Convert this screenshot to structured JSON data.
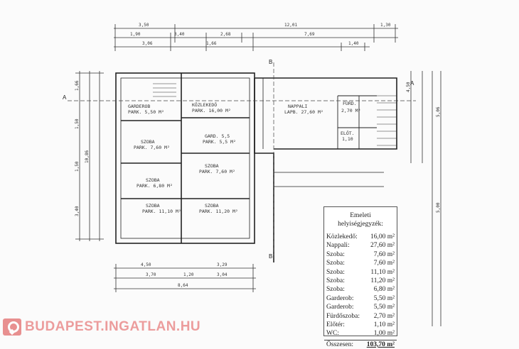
{
  "top_dimensions": {
    "row1": [
      "3,50",
      "12,01",
      "1,30"
    ],
    "row2": [
      "1,90",
      "3,40",
      "2,68",
      "7,69"
    ],
    "row3": [
      "3,06",
      "1,66",
      "1,40"
    ]
  },
  "bottom_dimensions": {
    "row1": [
      "4,50",
      "3,29"
    ],
    "row2": [
      "3,70",
      "1,20",
      "3,04"
    ],
    "row3": [
      "8,64"
    ]
  },
  "left_dimensions": [
    "1,66",
    "1,50",
    "1,50",
    "3,40",
    "10,86"
  ],
  "right_dimensions": [
    "4,50",
    "5,06",
    "5,00"
  ],
  "section_marks": [
    "A",
    "A",
    "B",
    "B"
  ],
  "rooms": [
    {
      "key": "garderob1",
      "line1": "GARDEROB",
      "line2": "PARK. 5,50 M²"
    },
    {
      "key": "kozlekedo",
      "line1": "KÖZLEKEDŐ",
      "line2": "PARK. 16,00 M²"
    },
    {
      "key": "szoba1",
      "line1": "SZOBA",
      "line2": "PARK. 7,60 M²"
    },
    {
      "key": "garderob2",
      "line1": "GARD. 5,5",
      "line2": "PARK. 5,5 M²"
    },
    {
      "key": "szoba2",
      "line1": "SZOBA",
      "line2": "PARK. 6,80 M²"
    },
    {
      "key": "szoba3",
      "line1": "SZOBA",
      "line2": "PARK. 7,60 M²"
    },
    {
      "key": "szoba4",
      "line1": "SZOBA",
      "line2": "PARK. 11,10 M²"
    },
    {
      "key": "szoba5",
      "line1": "SZOBA",
      "line2": "PARK. 11,20 M²"
    },
    {
      "key": "nappali",
      "line1": "NAPPALI",
      "line2": "LAPB. 27,60 M²"
    },
    {
      "key": "furdo",
      "line1": "FÜRD.",
      "line2": "2,70 M²"
    },
    {
      "key": "eloter",
      "line1": "ELŐT.",
      "line2": "1,10"
    }
  ],
  "schedule": {
    "title_line1": "Emeleti",
    "title_line2": "helyiségjegyzék:",
    "rows": [
      {
        "label": "Közlekedő:",
        "value": "16,00 m²"
      },
      {
        "label": "Nappali:",
        "value": "27,60 m²"
      },
      {
        "label": "Szoba:",
        "value": "7,60 m²"
      },
      {
        "label": "Szoba:",
        "value": "7,60 m²"
      },
      {
        "label": "Szoba:",
        "value": "11,10 m²"
      },
      {
        "label": "Szoba:",
        "value": "11,20 m²"
      },
      {
        "label": "Szoba:",
        "value": "6,80 m²"
      },
      {
        "label": "Garderob:",
        "value": "5,50 m²"
      },
      {
        "label": "Garderob:",
        "value": "5,50 m²"
      },
      {
        "label": "Fürdőszoba:",
        "value": "2,70 m²"
      },
      {
        "label": "Előtér:",
        "value": "1,10 m²"
      },
      {
        "label": "WC:",
        "value": "1,00 m²"
      }
    ],
    "total_label": "Összesen:",
    "total_value": "103,70 m²"
  },
  "watermark": "BUDAPEST.INGATLAN.HU"
}
